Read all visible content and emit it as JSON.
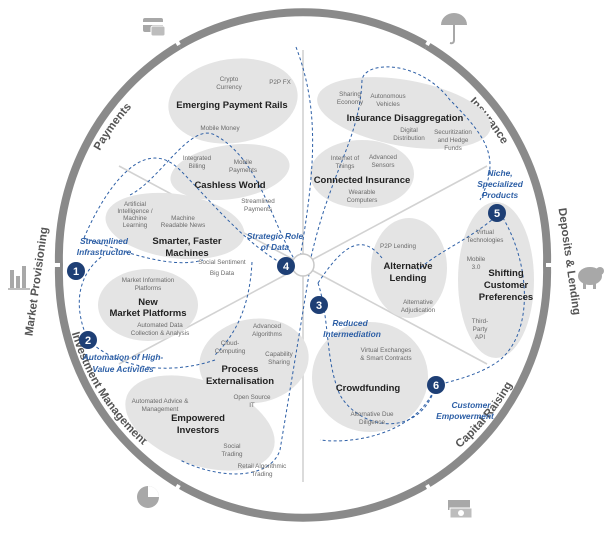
{
  "segments": [
    "Payments",
    "Insurance",
    "Deposits & Lending",
    "Capital Raising",
    "Investment Management",
    "Market Provisioning"
  ],
  "clusters": {
    "emerging_payment_rails": {
      "title": "Emerging Payment Rails",
      "crypto": "Crypto",
      "currency": "Currency",
      "p2p_fx": "P2P FX",
      "mobile_money": "Mobile Money"
    },
    "cashless_world": {
      "title": "Cashless World",
      "integrated": "Integrated",
      "billing": "Billing",
      "mobile": "Mobile",
      "payments": "Payments",
      "streamlined": "Streamlined",
      "streamlined_payments": "Payments"
    },
    "smarter_machines": {
      "title1": "Smarter, Faster",
      "title2": "Machines",
      "ai1": "Artificial",
      "ai2": "Intelligence /",
      "ai3": "Machine",
      "ai4": "Learning",
      "mr1": "Machine",
      "mr2": "Readable News",
      "social": "Social Sentiment",
      "bigdata": "Big Data"
    },
    "new_market_platforms": {
      "title1": "New",
      "title2": "Market Platforms",
      "mi1": "Market Information",
      "mi2": "Platforms",
      "adc1": "Automated Data",
      "adc2": "Collection & Analysis"
    },
    "insurance_disaggregation": {
      "title": "Insurance Disaggregation",
      "sharing1": "Sharing",
      "sharing2": "Economy",
      "av1": "Autonomous",
      "av2": "Vehicles",
      "dd1": "Digital",
      "dd2": "Distribution",
      "sec1": "Securitization",
      "sec2": "and Hedge",
      "sec3": "Funds"
    },
    "connected_insurance": {
      "title": "Connected Insurance",
      "iot1": "Internet of",
      "iot2": "Things",
      "as1": "Advanced",
      "as2": "Sensors",
      "wc1": "Wearable",
      "wc2": "Computers"
    },
    "alternative_lending": {
      "title1": "Alternative",
      "title2": "Lending",
      "p2p": "P2P Lending",
      "aa1": "Alternative",
      "aa2": "Adjudication"
    },
    "shifting_preferences": {
      "title1": "Shifting",
      "title2": "Customer",
      "title3": "Preferences",
      "vt1": "Virtual",
      "vt2": "Technologies",
      "m1": "Mobile",
      "m2": "3.0",
      "tp1": "Third-",
      "tp2": "Party",
      "tp3": "API"
    },
    "crowdfunding": {
      "title": "Crowdfunding",
      "ve1": "Virtual Exchanges",
      "ve2": "& Smart Contracts",
      "ad1": "Alternative Due",
      "ad2": "Diligence"
    },
    "process_externalisation": {
      "title1": "Process",
      "title2": "Externalisation",
      "aa1": "Advanced",
      "aa2": "Algorithms",
      "cc1": "Cloud-",
      "cc2": "Computing",
      "cs1": "Capability",
      "cs2": "Sharing",
      "os1": "Open Source",
      "os2": "IT"
    },
    "empowered_investors": {
      "title1": "Empowered",
      "title2": "Investors",
      "aam1": "Automated Advice &",
      "aam2": "Management",
      "st1": "Social",
      "st2": "Trading",
      "rat1": "Retail Algorithmic",
      "rat2": "Trading"
    }
  },
  "themes": [
    {
      "number": "1",
      "line1": "Streamlined",
      "line2": "Infrastructure"
    },
    {
      "number": "2",
      "line1": "Automation of High-",
      "line2": "Value Activities"
    },
    {
      "number": "3",
      "line1": "Reduced",
      "line2": "Intermediation"
    },
    {
      "number": "4",
      "line1": "Strategic Role",
      "line2": "of Data"
    },
    {
      "number": "5",
      "line1": "Niche,",
      "line2": "Specialized",
      "line3": "Products"
    },
    {
      "number": "6",
      "line1": "Customer",
      "line2": "Empowerment"
    }
  ],
  "colors": {
    "ring": "#8a8a8a",
    "blob": "#e4e4e4",
    "theme_blue": "#2d5fa6",
    "badge_navy": "#1e3f75"
  },
  "icons": [
    "payment-card-icon",
    "umbrella-icon",
    "piggy-bank-icon",
    "money-stack-icon",
    "pie-chart-icon",
    "bar-chart-icon"
  ]
}
